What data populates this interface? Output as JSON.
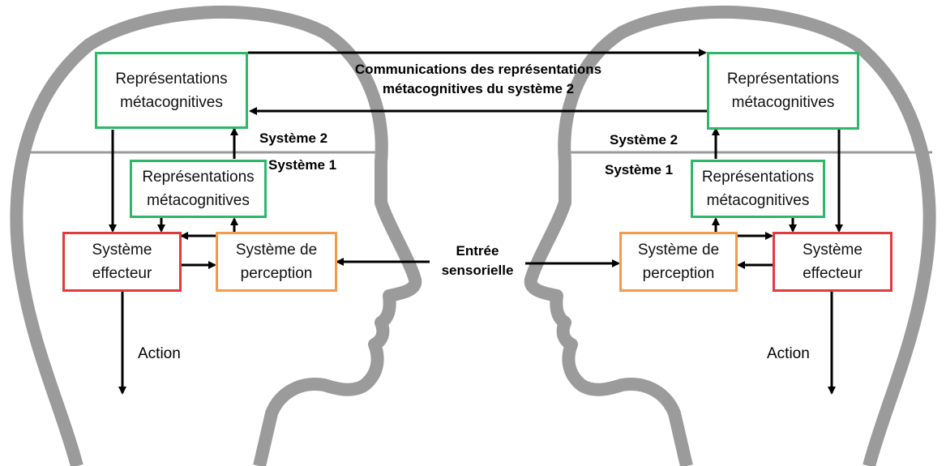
{
  "colors": {
    "head_outline": "#9b9b9b",
    "metacognitive_border": "#2db768",
    "effector_border": "#e23b3b",
    "perception_border": "#f39a4c",
    "arrow": "#000000"
  },
  "left_head": {
    "system2_meta": "Représentations\nmétacognitives",
    "system1_meta": "Représentations\nmétacognitives",
    "effector": "Système\neffecteur",
    "perception": "Système de\nperception",
    "system2_label": "Système 2",
    "system1_label": "Système 1",
    "action_label": "Action"
  },
  "right_head": {
    "system2_meta": "Représentations\nmétacognitives",
    "system1_meta": "Représentations\nmétacognitives",
    "effector": "Système\neffecteur",
    "perception": "Système de\nperception",
    "system2_label": "Système 2",
    "system1_label": "Système 1",
    "action_label": "Action"
  },
  "center": {
    "communication_label": "Communications des représentations\nmétacognitives du système 2",
    "sensory_input_label": "Entrée\nsensorielle"
  }
}
